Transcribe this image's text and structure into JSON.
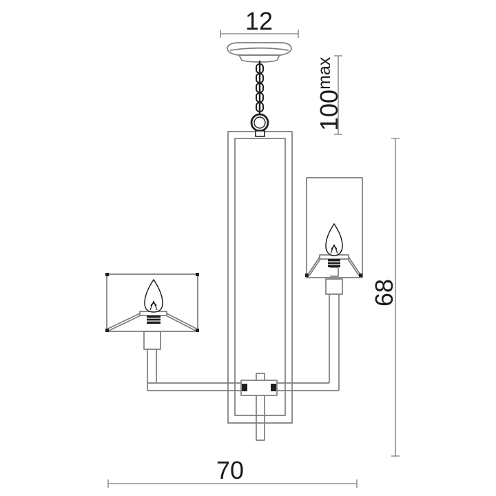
{
  "figure": {
    "subject": "chandelier-technical-line-drawing"
  },
  "dimension_labels": {
    "canopy_width": "12",
    "suspension_value": "100",
    "suspension_qualifier": "max",
    "fixture_height": "68",
    "fixture_width": "70"
  },
  "colors": {
    "background": "#ffffff",
    "outline": "#7d7d7d",
    "dimension_lines": "#8f8f8f",
    "dark_details": "#1f1f1f",
    "label_text": "#1a1a1a"
  }
}
